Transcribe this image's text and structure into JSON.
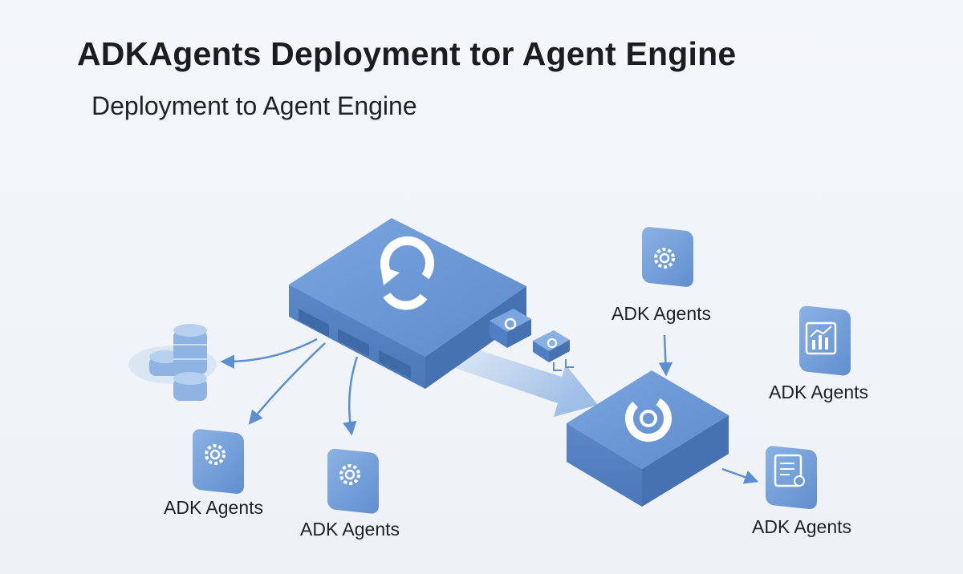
{
  "header": {
    "title": "ADKAgents Deployment tor Agent Engine",
    "subtitle": "Deployment to Agent Engine"
  },
  "labels": {
    "agent_bottom_left": "ADK Agents",
    "agent_bottom_mid": "ADK Agents",
    "agent_top_right": "ADK Agents",
    "agent_mid_right": "ADK Agents",
    "agent_bottom_right": "ADK Agents"
  },
  "colors": {
    "box_top": "#6e9ad6",
    "box_side": "#4f7fc2",
    "arrow": "#5b8fd0",
    "background": "#f1f4f8"
  },
  "icons": {
    "hub": "sync-icon",
    "engine": "ring-icon",
    "database": "database-icon",
    "agent": "gear-icon",
    "chart": "chart-icon",
    "certificate": "certificate-icon"
  }
}
